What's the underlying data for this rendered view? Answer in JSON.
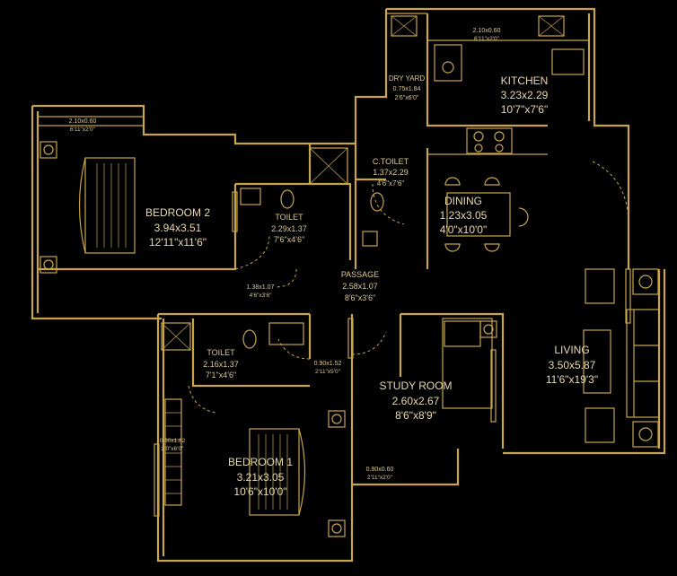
{
  "rooms": {
    "kitchen": {
      "name": "KITCHEN",
      "metric": "3.23x2.29",
      "imperial": "10'7\"x7'6\""
    },
    "dining": {
      "name": "DINING",
      "metric": "1.23x3.05",
      "imperial": "4'0\"x10'0\""
    },
    "bedroom2": {
      "name": "BEDROOM 2",
      "metric": "3.94x3.51",
      "imperial": "12'11\"x11'6\""
    },
    "toilet_top": {
      "name": "TOILET",
      "metric": "2.29x1.37",
      "imperial": "7'6\"x4'6\""
    },
    "c_toilet": {
      "name": "C.TOILET",
      "metric": "1.37x2.29",
      "imperial": "4'6\"x7'6\""
    },
    "passage": {
      "name": "PASSAGE",
      "metric": "2.58x1.07",
      "imperial": "8'6\"x3'6\""
    },
    "living": {
      "name": "LIVING",
      "metric": "3.50x5.87",
      "imperial": "11'6\"x19'3\""
    },
    "study": {
      "name": "STUDY ROOM",
      "metric": "2.60x2.67",
      "imperial": "8'6\"x8'9\""
    },
    "toilet_bot": {
      "name": "TOILET",
      "metric": "2.16x1.37",
      "imperial": "7'1\"x4'6\""
    },
    "bedroom1": {
      "name": "BEDROOM 1",
      "metric": "3.21x3.05",
      "imperial": "10'6\"x10'0\""
    },
    "dry_yard": {
      "name": "DRY YARD",
      "metric": "0.75x1.84",
      "imperial": "2'6\"x6'0\""
    }
  },
  "annotations": {
    "kitchen_window": {
      "metric": "2.10x0.60",
      "imperial": "6'11\"x2'0\""
    },
    "bed2_window": {
      "metric": "2.10x0.60",
      "imperial": "6'11\"x2'0\""
    },
    "passage_side": {
      "metric": "1.38x1.07",
      "imperial": "4'6\"x3'6\""
    },
    "passage_mid": {
      "metric": "0.90x1.52",
      "imperial": "2'11\"x5'0\""
    },
    "bed1_side": {
      "metric": "0.60x1.82",
      "imperial": "2'0\"x6'0\""
    },
    "study_bottom": {
      "metric": "0.90x0.60",
      "imperial": "2'11\"x2'0\""
    }
  }
}
